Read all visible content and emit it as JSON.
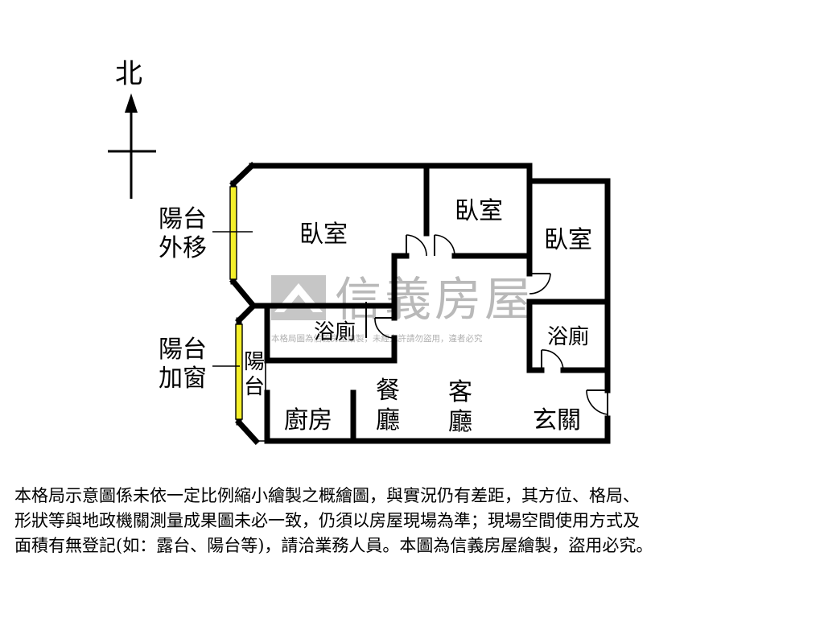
{
  "compass": {
    "north_label": "北"
  },
  "rooms": {
    "bedroom_main": "臥室",
    "bedroom_mid": "臥室",
    "bedroom_right": "臥室",
    "bath_left": "浴廁",
    "bath_right": "浴廁",
    "kitchen": "廚房",
    "dining": [
      "餐",
      "廳"
    ],
    "living": [
      "客",
      "廳"
    ],
    "entrance": "玄關",
    "balcony_inner": [
      "陽",
      "台"
    ]
  },
  "callouts": {
    "balcony_moved": [
      "陽台",
      "外移"
    ],
    "balcony_window": [
      "陽台",
      "加窗"
    ]
  },
  "watermark": {
    "brand": "信義房屋",
    "notice": "本格局圖為信義房屋繪製，未經允許請勿盜用，違者必究"
  },
  "colors": {
    "balcony_fill": "#f4ef2a",
    "wall": "#000000",
    "watermark": "#b9b9b9"
  },
  "disclaimer": [
    "本格局示意圖係未依一定比例縮小繪製之概繪圖，與實況仍有差距，其方位、格局、",
    "形狀等與地政機關測量成果圖未必一致，仍須以房屋現場為準；現場空間使用方式及",
    "面積有無登記(如：露台、陽台等)，請洽業務人員。本圖為信義房屋繪製，盜用必究。"
  ]
}
